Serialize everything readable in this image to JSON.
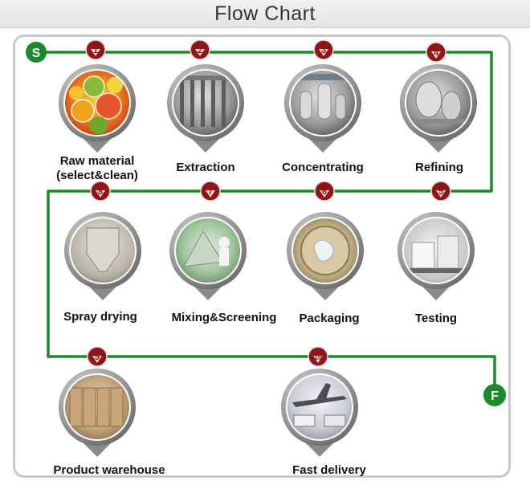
{
  "title": "Flow Chart",
  "start_marker": "S",
  "finish_marker": "F",
  "colors": {
    "line": "#1a8a2a",
    "node": "#8e1518",
    "pin_ring": "#a8a8a8",
    "pin_ring_dark": "#6f6f6f"
  },
  "steps": [
    {
      "number": "1",
      "label": "Raw material",
      "label2": "(select&clean)",
      "photo": "citrus-fruit-photo"
    },
    {
      "number": "2",
      "label": "Extraction",
      "photo": "extraction-plant-photo"
    },
    {
      "number": "3",
      "label": "Concentrating",
      "photo": "concentrator-tanks-photo"
    },
    {
      "number": "4",
      "label": "Refining",
      "photo": "refining-vessels-photo"
    },
    {
      "number": "5",
      "label": "Testing",
      "photo": "lab-instrument-photo"
    },
    {
      "number": "6",
      "label": "Packaging",
      "photo": "packaged-drum-photo"
    },
    {
      "number": "7",
      "label": "Mixing&Screening",
      "photo": "mixing-room-photo"
    },
    {
      "number": "8",
      "label": "Spray drying",
      "photo": "spray-dryer-photo"
    },
    {
      "number": "9",
      "label": "Product warehouse",
      "photo": "warehouse-boxes-photo"
    },
    {
      "number": "10",
      "label": "Fast delivery",
      "photo": "plane-and-trucks-photo"
    }
  ]
}
